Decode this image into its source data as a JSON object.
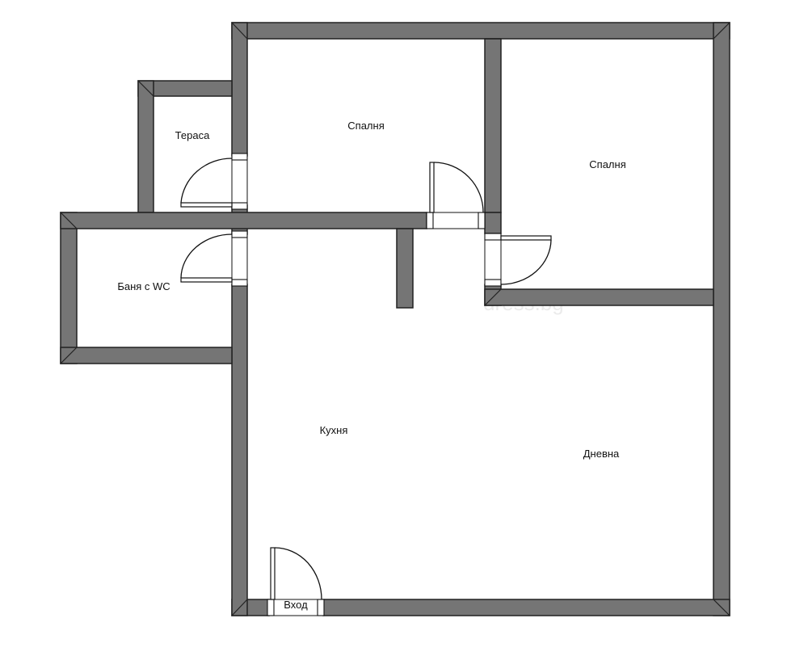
{
  "rooms": {
    "terrace": "Тераса",
    "bedroom_1": "Спалня",
    "bedroom_2": "Спалня",
    "bathroom": "Баня с WC",
    "kitchen": "Кухня",
    "living": "Дневна",
    "entrance": "Вход"
  },
  "watermark": "dress.bg",
  "colors": {
    "wall_fill": "#757575",
    "wall_outline": "#222222",
    "background": "#ffffff"
  }
}
